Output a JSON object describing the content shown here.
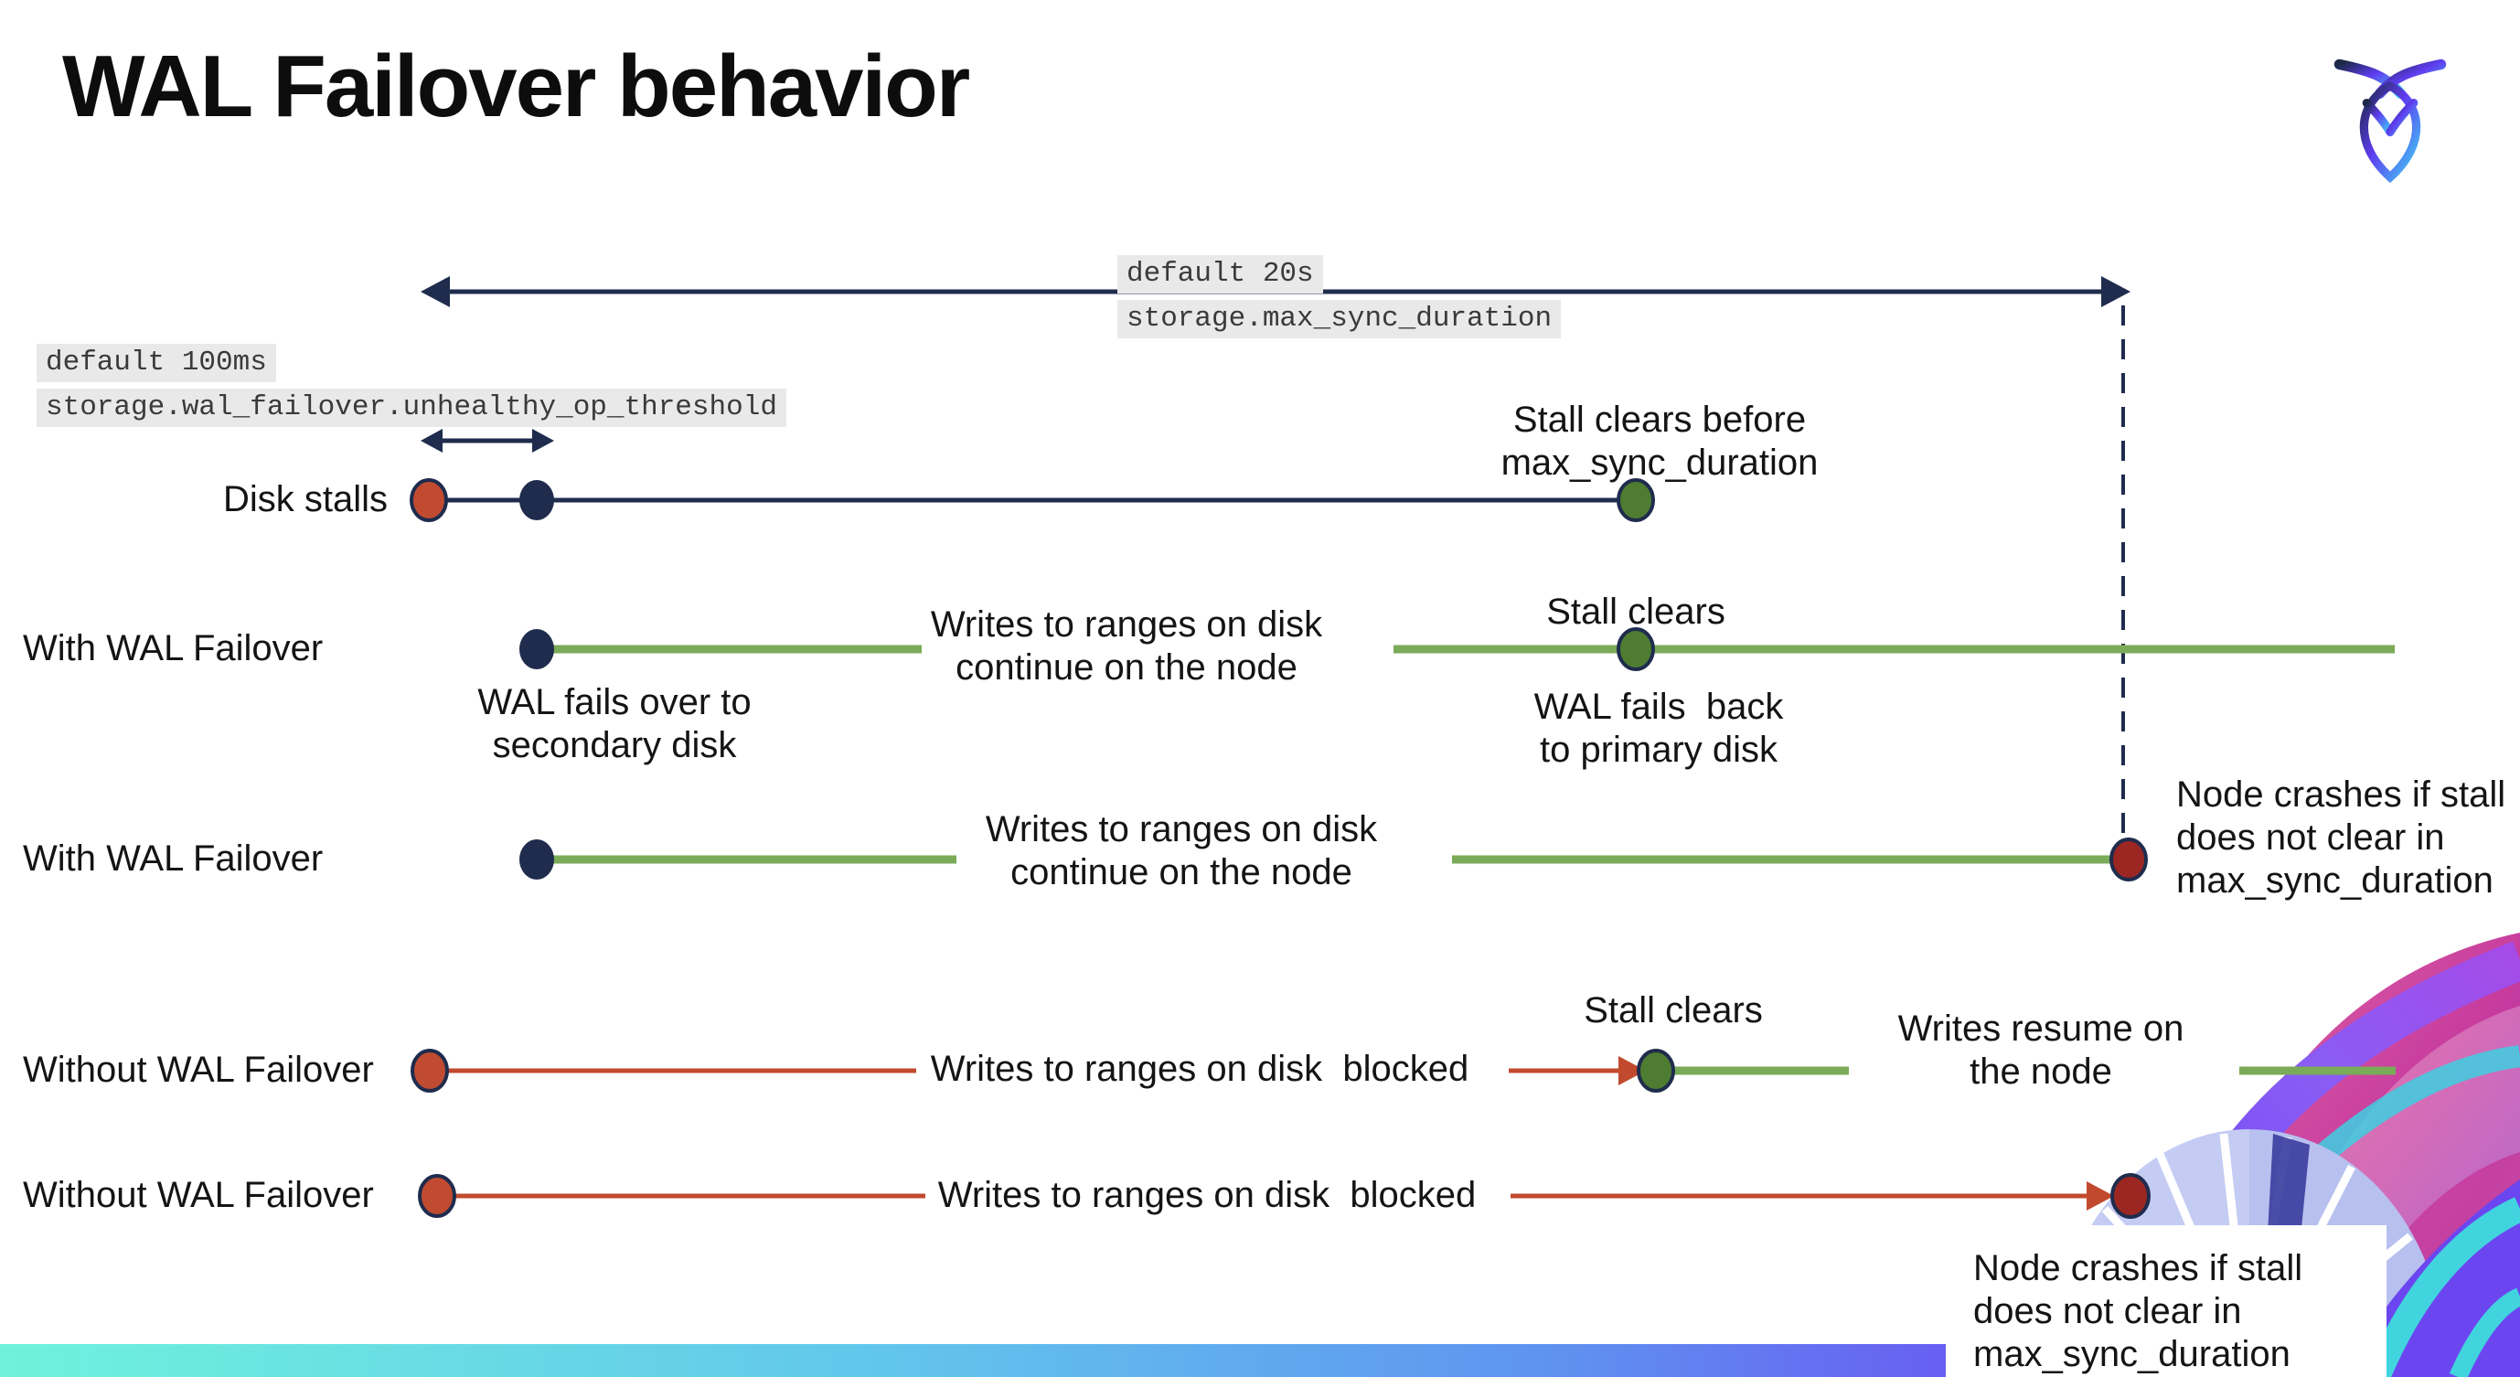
{
  "header": {
    "title": "WAL Failover behavior",
    "logo": "cockroachdb-logo-mark"
  },
  "settings": {
    "max_sync_duration": {
      "default": "default 20s",
      "name": "storage.max_sync_duration"
    },
    "unhealthy_op_threshold": {
      "default": "default 100ms",
      "name": "storage.wal_failover.unhealthy_op_threshold"
    }
  },
  "rows": [
    {
      "label": "Disk stalls"
    },
    {
      "label": "With WAL Failover"
    },
    {
      "label": "With WAL Failover"
    },
    {
      "label": "Without WAL Failover"
    },
    {
      "label": "Without WAL Failover"
    }
  ],
  "annotations": {
    "stall_clears_before": "Stall clears before\nmax_sync_duration",
    "wal_fails_over": "WAL fails over to\nsecondary disk",
    "writes_continue_1": "Writes to ranges on disk\ncontinue on the node",
    "stall_clears_1": "Stall clears",
    "wal_fails_back": "WAL fails  back\nto primary disk",
    "writes_continue_2": "Writes to ranges on disk\ncontinue on the node",
    "node_crashes_1": "Node crashes if stall\ndoes not clear in\nmax_sync_duration",
    "writes_blocked_1": "Writes to ranges on disk  blocked",
    "stall_clears_2": "Stall clears",
    "writes_resume": "Writes resume on\nthe node",
    "writes_blocked_2": "Writes to ranges on disk  blocked",
    "node_crashes_2": "Node crashes if stall\ndoes not clear in\nmax_sync_duration"
  },
  "colors": {
    "navy": "#1f2c4d",
    "green_line": "#7aab58",
    "green_dot": "#4e7c31",
    "red_line": "#c14a2e",
    "red_dot": "#c04b31",
    "crash_dot": "#9c2722",
    "code_bg": "#e9e9e9"
  }
}
